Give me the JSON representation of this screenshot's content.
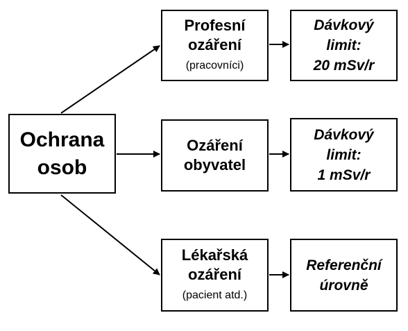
{
  "root": {
    "line1": "Ochrana",
    "line2": "osob"
  },
  "branches": [
    {
      "title_line1": "Profesní",
      "title_line2": "ozáření",
      "note": "(pracovníci)",
      "result_line1": "Dávkový",
      "result_line2": "limit:",
      "result_line3": "20 mSv/r"
    },
    {
      "title_line1": "Ozáření",
      "title_line2": "obyvatel",
      "note": "",
      "result_line1": "Dávkový",
      "result_line2": "limit:",
      "result_line3": "1 mSv/r"
    },
    {
      "title_line1": "Lékařská",
      "title_line2": "ozáření",
      "note": "(pacient atd.)",
      "result_line1": "Referenční",
      "result_line2": "úrovně",
      "result_line3": ""
    }
  ]
}
